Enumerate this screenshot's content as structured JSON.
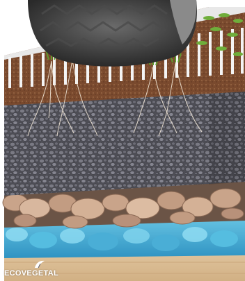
{
  "brand": {
    "name": "ECOVEGETAL"
  },
  "colors": {
    "topsoil": "#8a5a3a",
    "gravel": "#5e5e66",
    "stones": "#c9a48a",
    "water": "#4fb3d9",
    "base": "#e3c9a3",
    "tire": "#3a3a3a",
    "grid": "#f0f0f0",
    "grass": "#6fae3b"
  },
  "icons": [
    "tire-illustration",
    "grass-paver-grid",
    "root-system",
    "ecovegetal-logo-icon"
  ]
}
